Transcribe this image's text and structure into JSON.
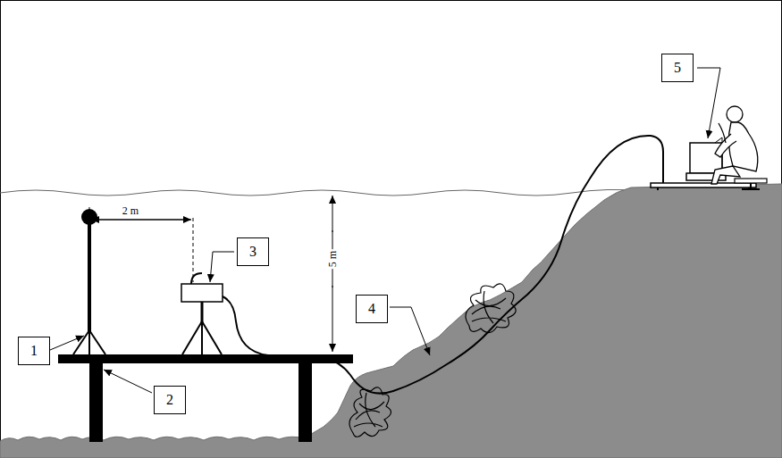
{
  "diagram": {
    "labels": [
      "1",
      "2",
      "3",
      "4",
      "5",
      "2 m",
      "5 m"
    ]
  }
}
